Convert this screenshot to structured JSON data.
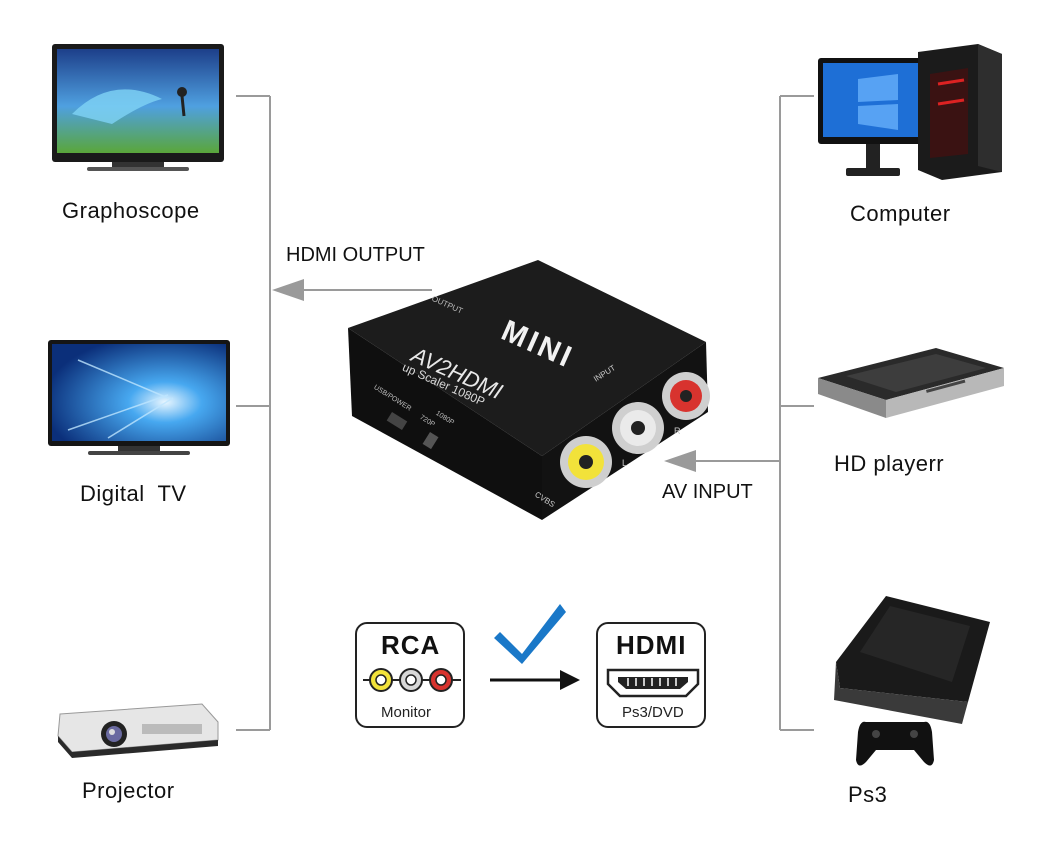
{
  "left_devices": [
    {
      "label": "Graphoscope",
      "icon": "tv-icon"
    },
    {
      "label": "Digital  TV",
      "icon": "tv-icon"
    },
    {
      "label": "Projector",
      "icon": "projector-icon"
    }
  ],
  "right_devices": [
    {
      "label": "Computer",
      "icon": "computer-icon"
    },
    {
      "label": "HD playerr",
      "icon": "dvd-player-icon"
    },
    {
      "label": "Ps3",
      "icon": "ps3-console-icon"
    }
  ],
  "arrows": {
    "output_label": "HDMI OUTPUT",
    "input_label": "AV INPUT"
  },
  "adapter": {
    "brand": "MINI",
    "model": "AV2HDMI",
    "subtitle": "up Scaler 1080P",
    "output_port": "OUTPUT",
    "input_port": "INPUT",
    "usb_label": "USB/POWER",
    "switch_720": "720P",
    "switch_1080": "1080P",
    "cvbs": "CVBS",
    "left_ch": "L",
    "right_ch": "R"
  },
  "conversion": {
    "source_title": "RCA",
    "source_sub": "Monitor",
    "target_title": "HDMI",
    "target_sub": "Ps3/DVD"
  },
  "colors": {
    "line": "#9a9a9a",
    "check": "#1a78c8",
    "rca_yellow": "#f2e23a",
    "rca_white": "#d8d8d8",
    "rca_red": "#d8332e"
  }
}
